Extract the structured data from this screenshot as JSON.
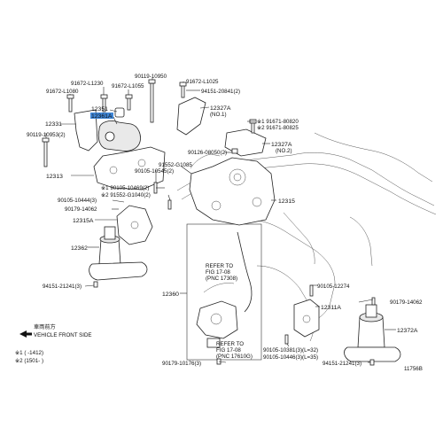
{
  "callouts": {
    "p90119_10950": "90119-10950",
    "p91672_L1025": "91672-L1025",
    "p94151_20841": "94151-20841(2)",
    "p91672_L1230": "91672-L1230",
    "p91672_L1080": "91672-L1080",
    "p91672_L1055": "91672-L1055",
    "p12351": "12351",
    "p12361A": "12361A",
    "p12331": "12331",
    "p90119_10953": "90119-10953(2)",
    "p12327A_1": "12327A",
    "no1": "(NO.1)",
    "p91671_80820": "※1 91671-80820",
    "p91671_80825": "※2 91671-80825",
    "p12327A_2": "12327A",
    "no2": "(NO.2)",
    "p90126_08050": "90126-08050(2)",
    "p91552_G1085": "91552-G1085",
    "p90105_10545": "90105-10545(2)",
    "p12313": "12313",
    "p90105_10469": "※1 90105-10469(2)",
    "p91552_G1040": "※2 91552-G1040(2)",
    "p90105_10444": "90105-10444(3)",
    "p90179_14062_a": "90179-14062",
    "p12315A": "12315A",
    "p12315": "12315",
    "p12362": "12362",
    "p94151_21241_a": "94151-21241(3)",
    "p12360": "12360",
    "refer1_a": "REFER TO",
    "refer1_b": "FIG 17-08",
    "refer1_c": "(PNC 17308)",
    "p90105_12274": "90105-12274",
    "p90179_14062_b": "90179-14062",
    "p12311A": "12311A",
    "p12372A": "12372A",
    "refer2_a": "REFER TO",
    "refer2_b": "FIG 17-08",
    "refer2_c": "(PNC 17610G)",
    "p90105_10381": "90105-10381(3)(L=32)",
    "p90105_10446": "90105-10446(3)(L=35)",
    "p90179_10176": "90179-10176(3)",
    "p94151_21241_b": "94151-21241(3)"
  },
  "front": {
    "cn": "車両前方",
    "en": "VEHICLE FRONT SIDE"
  },
  "notes": {
    "n1": "※1 (      -1412)",
    "n2": "※2 (1501-      )"
  },
  "figure_code": "11756B",
  "highlight_color": "#3f86d6"
}
